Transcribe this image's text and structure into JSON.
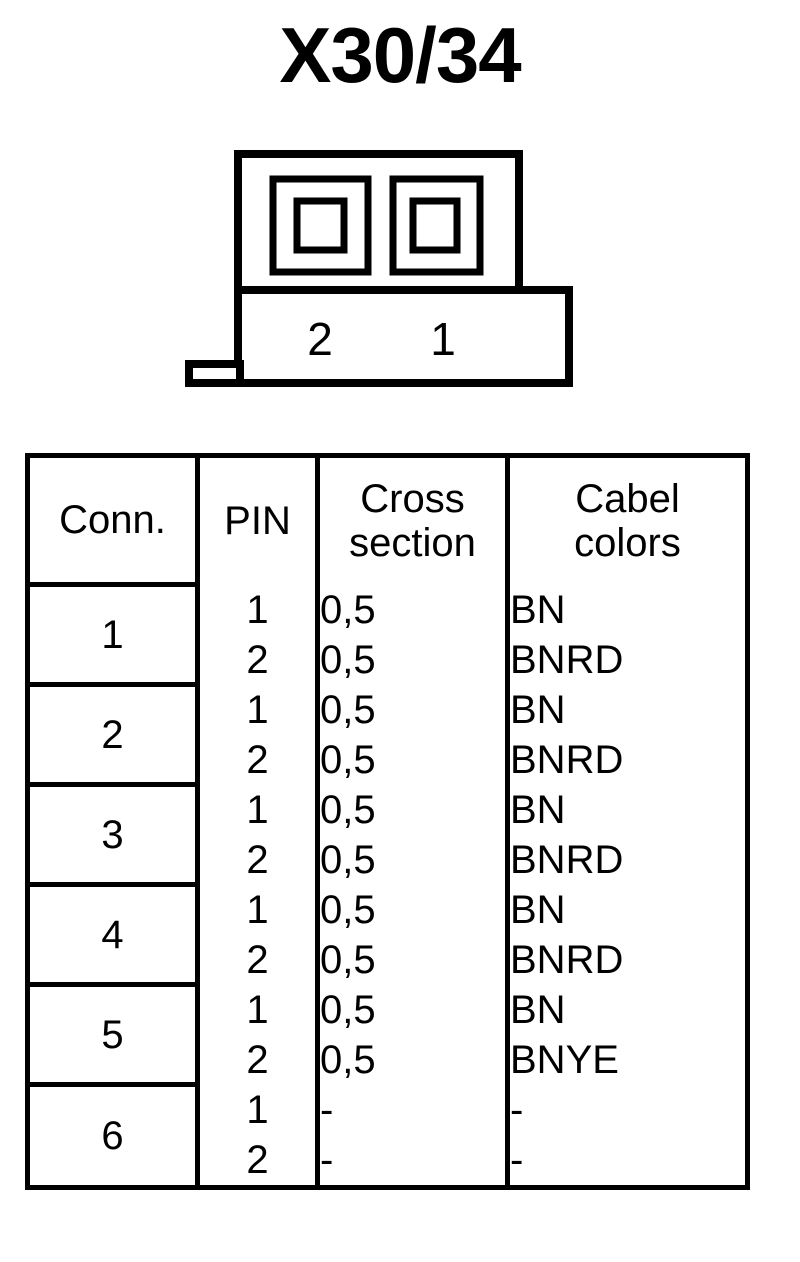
{
  "title": "X30/34",
  "connector": {
    "name": "2-pin connector outline",
    "pin_labels": [
      "2",
      "1"
    ],
    "slot_count": 2,
    "line_color": "#000000",
    "fill_color": "#ffffff"
  },
  "table": {
    "headers": {
      "conn": "Conn.",
      "pin": "PIN",
      "cross_line1": "Cross",
      "cross_line2": "section",
      "color_line1": "Cabel",
      "color_line2": "colors"
    },
    "groups": [
      {
        "conn": "1",
        "rows": [
          {
            "pin": "1",
            "cross": "0,5",
            "color": "BN"
          },
          {
            "pin": "2",
            "cross": "0,5",
            "color": "BNRD"
          }
        ]
      },
      {
        "conn": "2",
        "rows": [
          {
            "pin": "1",
            "cross": "0,5",
            "color": "BN"
          },
          {
            "pin": "2",
            "cross": "0,5",
            "color": "BNRD"
          }
        ]
      },
      {
        "conn": "3",
        "rows": [
          {
            "pin": "1",
            "cross": "0,5",
            "color": "BN"
          },
          {
            "pin": "2",
            "cross": "0,5",
            "color": "BNRD"
          }
        ]
      },
      {
        "conn": "4",
        "rows": [
          {
            "pin": "1",
            "cross": "0,5",
            "color": "BN"
          },
          {
            "pin": "2",
            "cross": "0,5",
            "color": "BNRD"
          }
        ]
      },
      {
        "conn": "5",
        "rows": [
          {
            "pin": "1",
            "cross": "0,5",
            "color": "BN"
          },
          {
            "pin": "2",
            "cross": "0,5",
            "color": "BNYE"
          }
        ]
      },
      {
        "conn": "6",
        "rows": [
          {
            "pin": "1",
            "cross": "-",
            "color": "-"
          },
          {
            "pin": "2",
            "cross": "-",
            "color": "-"
          }
        ]
      }
    ]
  }
}
